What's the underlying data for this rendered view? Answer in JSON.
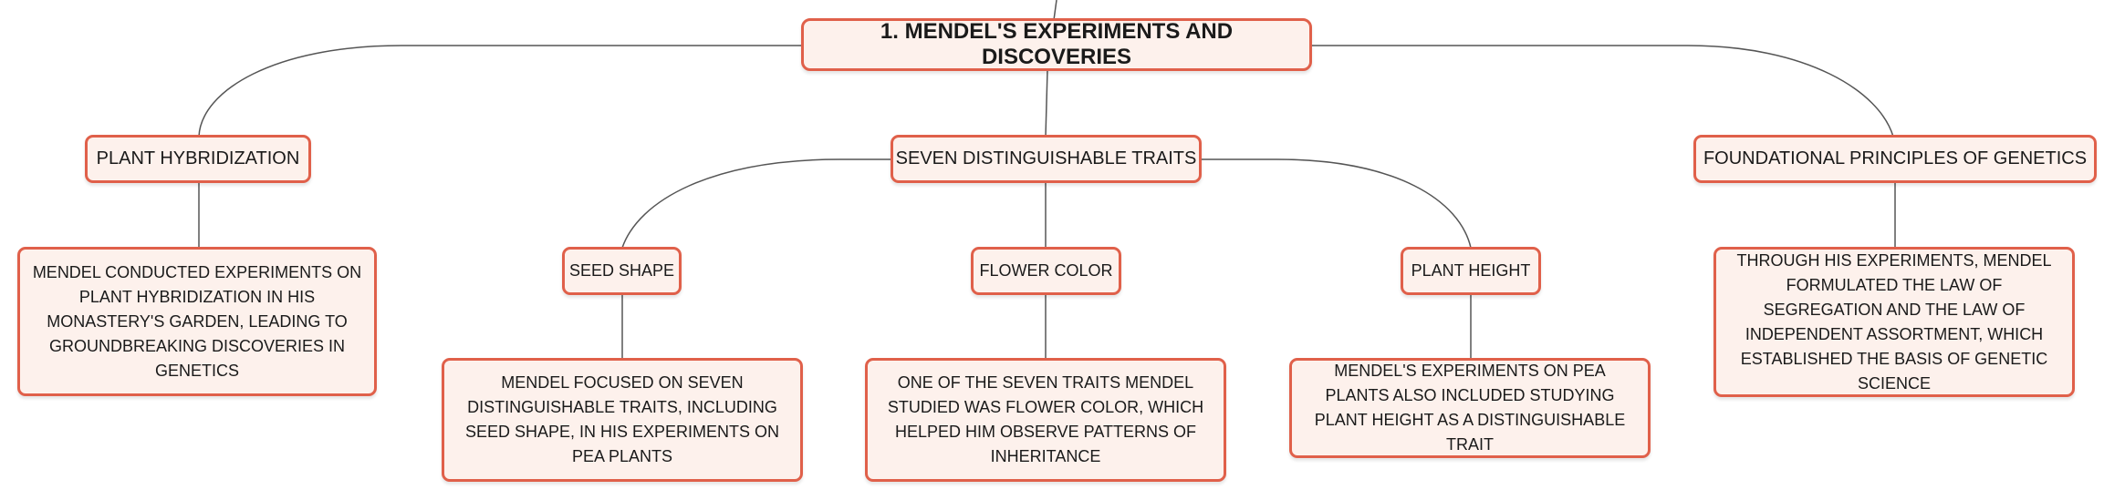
{
  "map": {
    "root": "1. MENDEL'S EXPERIMENTS AND DISCOVERIES",
    "branches": [
      {
        "label": "PLANT HYBRIDIZATION",
        "description": "MENDEL CONDUCTED EXPERIMENTS ON PLANT HYBRIDIZATION IN HIS MONASTERY'S GARDEN, LEADING TO GROUNDBREAKING DISCOVERIES IN GENETICS"
      },
      {
        "label": "SEVEN DISTINGUISHABLE TRAITS",
        "children": [
          {
            "label": "SEED SHAPE",
            "description": "MENDEL FOCUSED ON SEVEN DISTINGUISHABLE TRAITS, INCLUDING SEED SHAPE, IN HIS EXPERIMENTS ON PEA PLANTS"
          },
          {
            "label": "FLOWER COLOR",
            "description": "ONE OF THE SEVEN TRAITS MENDEL STUDIED WAS FLOWER COLOR, WHICH HELPED HIM OBSERVE PATTERNS OF INHERITANCE"
          },
          {
            "label": "PLANT HEIGHT",
            "description": "MENDEL'S EXPERIMENTS ON PEA PLANTS ALSO INCLUDED STUDYING PLANT HEIGHT AS A DISTINGUISHABLE TRAIT"
          }
        ]
      },
      {
        "label": "FOUNDATIONAL PRINCIPLES OF GENETICS",
        "description": "THROUGH HIS EXPERIMENTS, MENDEL FORMULATED THE LAW OF SEGREGATION AND THE LAW OF INDEPENDENT ASSORTMENT, WHICH ESTABLISHED THE BASIS OF GENETIC SCIENCE"
      }
    ]
  },
  "colors": {
    "node_border": "#e0604a",
    "node_fill": "#fdf1ec",
    "connector": "#555555"
  }
}
